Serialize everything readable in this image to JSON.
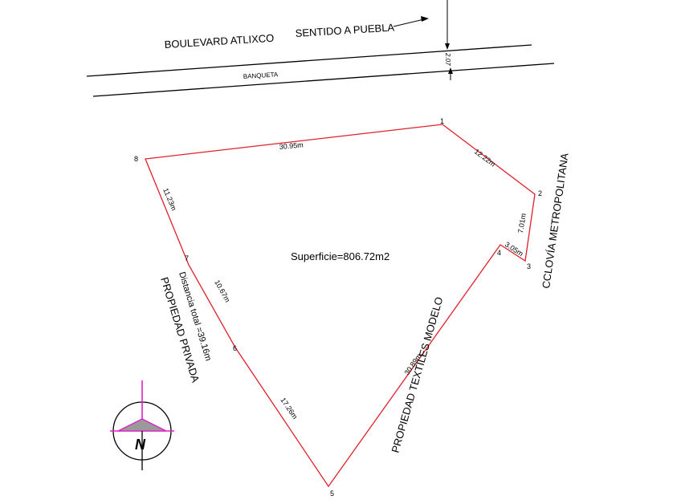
{
  "street": {
    "name": "BOULEVARD ATLIXCO",
    "direction": "SENTIDO A PUEBLA",
    "sidewalk_label": "BANQUETA",
    "sidewalk_width": "2.07"
  },
  "vertices": [
    "1",
    "2",
    "3",
    "4",
    "5",
    "6",
    "7",
    "8"
  ],
  "segments": {
    "s1_2": "12.22m",
    "s2_3": "7.01m",
    "s3_4": "3.05m",
    "s4_5": "30.89m",
    "s5_6": "17.26m",
    "s6_7": "10.67m",
    "s7_8": "11.23m",
    "s8_1": "30.95m"
  },
  "area": "Superficie=806.72m2",
  "total_distance": "Distancia total =39.16m",
  "neighbors": {
    "left": "PROPIEDAD PRIVADA",
    "bottom_right": "PROPIEDAD TEXTILES MODELO",
    "right": "CCLOVÍA METROPOLITANA"
  },
  "north_symbol": "N",
  "colors": {
    "boundary": "#e0202a",
    "north_accent": "#e020c0",
    "north_fill": "#9a9a9a"
  }
}
